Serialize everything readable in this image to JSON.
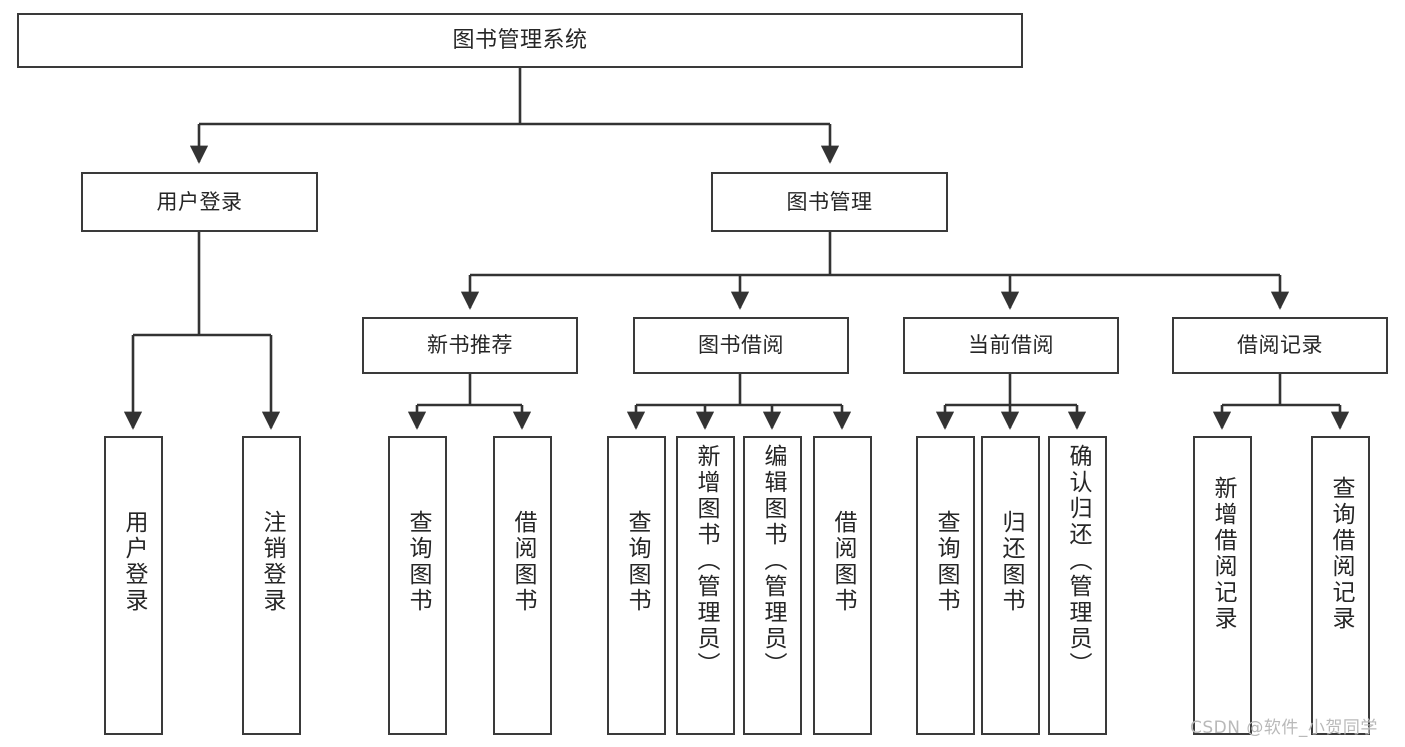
{
  "diagram": {
    "title": "图书管理系统",
    "type": "hierarchy-tree",
    "watermark": "CSDN @软件_小贺同学",
    "colors": {
      "background": "#ffffff",
      "border": "#3a3a3a",
      "text": "#262626",
      "connector": "#333333",
      "watermark": "#b9b9b9"
    },
    "nodes": {
      "root": {
        "label": "图书管理系统"
      },
      "level1": [
        {
          "label": "用户登录"
        },
        {
          "label": "图书管理"
        }
      ],
      "level2": [
        {
          "label": "新书推荐"
        },
        {
          "label": "图书借阅"
        },
        {
          "label": "当前借阅"
        },
        {
          "label": "借阅记录"
        }
      ],
      "leaves": {
        "user_login": [
          {
            "label": "用户登录"
          },
          {
            "label": "注销登录"
          }
        ],
        "new_book_recommend": [
          {
            "label": "查询图书"
          },
          {
            "label": "借阅图书"
          }
        ],
        "book_borrow": [
          {
            "label": "查询图书"
          },
          {
            "label": "新增图书（管理员）"
          },
          {
            "label": "编辑图书（管理员）"
          },
          {
            "label": "借阅图书"
          }
        ],
        "current_borrow": [
          {
            "label": "查询图书"
          },
          {
            "label": "归还图书"
          },
          {
            "label": "确认归还（管理员）"
          }
        ],
        "borrow_record": [
          {
            "label": "新增借阅记录"
          },
          {
            "label": "查询借阅记录"
          }
        ]
      }
    }
  }
}
